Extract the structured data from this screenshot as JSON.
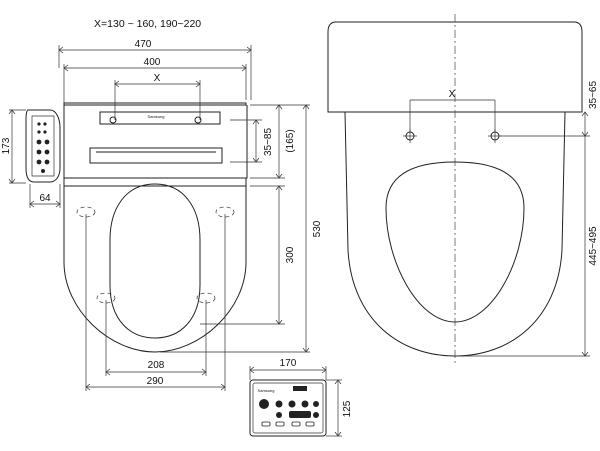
{
  "note": "X=130 ~ 160, 190~220",
  "front_view": {
    "overall_width": "470",
    "cover_width": "400",
    "hole_spacing": "X",
    "panel_height": "173",
    "panel_depth": "64",
    "hinge_offset": "35~85",
    "hinge_height": "(165)",
    "seat_length": "300",
    "total_length": "530",
    "inner_width": "208",
    "outer_width": "290",
    "brand": "Samsung"
  },
  "toilet_view": {
    "hole_spacing": "X",
    "hole_offset": "35~65",
    "bowl_range": "445~495"
  },
  "remote": {
    "width": "170",
    "height": "125",
    "brand": "Samsung"
  }
}
